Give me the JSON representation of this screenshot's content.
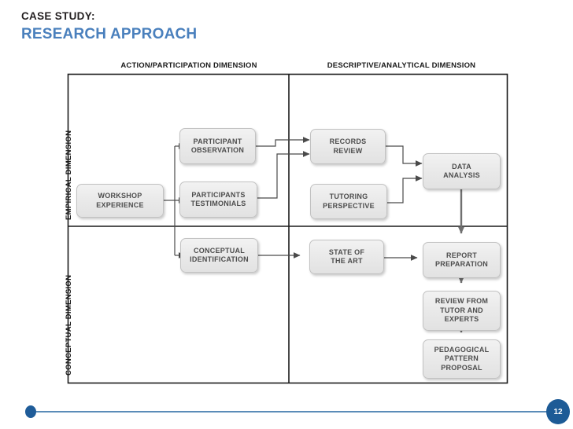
{
  "header": {
    "eyebrow": "CASE STUDY:",
    "title": "RESEARCH APPROACH",
    "accent_color": "#4a80bd"
  },
  "diagram": {
    "type": "2x2-matrix-flowchart",
    "column_headers": [
      {
        "id": "action",
        "label": "ACTION/PARTICIPATION DIMENSION"
      },
      {
        "id": "descriptive",
        "label": "DESCRIPTIVE/ANALYTICAL DIMENSION"
      }
    ],
    "row_headers": [
      {
        "id": "empirical",
        "label": "EMPIRICAL DIMENSION"
      },
      {
        "id": "conceptual",
        "label": "CONCEPTUAL DIMENSION"
      }
    ],
    "nodes": [
      {
        "id": "workshop-experience",
        "line1": "WORKSHOP",
        "line2": "EXPERIENCE",
        "line3": ""
      },
      {
        "id": "participant-observation",
        "line1": "PARTICIPANT",
        "line2": "OBSERVATION",
        "line3": ""
      },
      {
        "id": "participants-testimonials",
        "line1": "PARTICIPANTS",
        "line2": "TESTIMONIALS",
        "line3": ""
      },
      {
        "id": "records-review",
        "line1": "RECORDS",
        "line2": "REVIEW",
        "line3": ""
      },
      {
        "id": "tutoring-perspective",
        "line1": "TUTORING",
        "line2": "PERSPECTIVE",
        "line3": ""
      },
      {
        "id": "data-analysis",
        "line1": "DATA",
        "line2": "ANALYSIS",
        "line3": ""
      },
      {
        "id": "conceptual-identification",
        "line1": "CONCEPTUAL",
        "line2": "IDENTIFICATION",
        "line3": ""
      },
      {
        "id": "state-of-the-art",
        "line1": "STATE OF",
        "line2": "THE ART",
        "line3": ""
      },
      {
        "id": "report-preparation",
        "line1": "REPORT",
        "line2": "PREPARATION",
        "line3": ""
      },
      {
        "id": "review-tutor-experts",
        "line1": "REVIEW FROM",
        "line2": "TUTOR AND",
        "line3": "EXPERTS"
      },
      {
        "id": "pedagogical-pattern",
        "line1": "PEDAGOGICAL",
        "line2": "PATTERN",
        "line3": "PROPOSAL"
      }
    ],
    "node_fill": "#eaeaea",
    "node_text_color": "#4d4d4d"
  },
  "footer": {
    "page_number": "12",
    "rule_color": "#5b8cb8",
    "badge_color": "#1d5b96"
  }
}
